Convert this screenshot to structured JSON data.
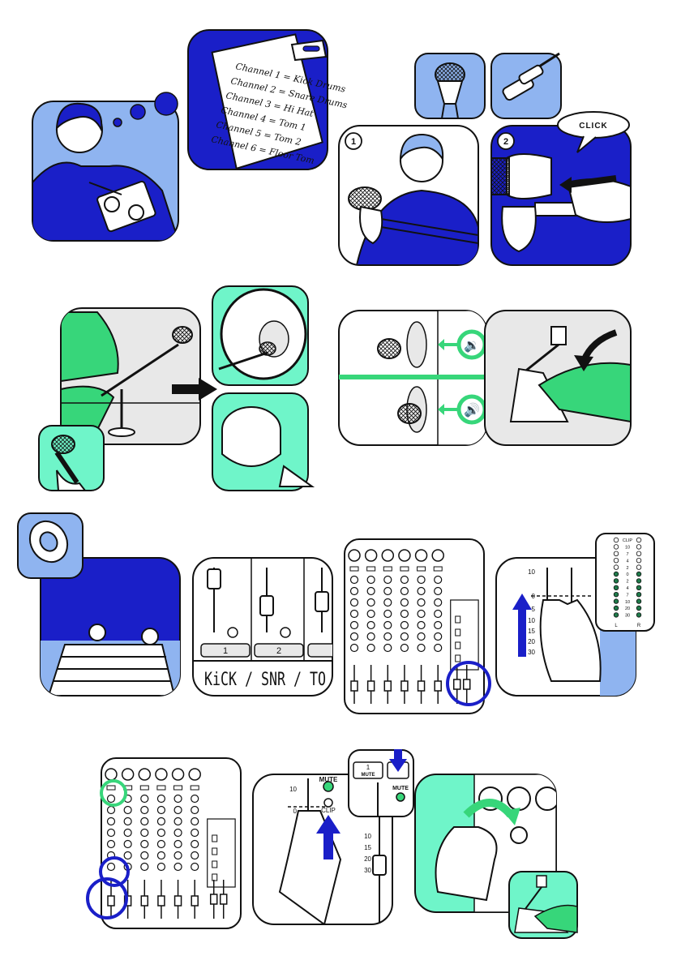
{
  "colors": {
    "blue": "#1a1fc8",
    "light_blue": "#8fb4f0",
    "green": "#37d67a",
    "mint": "#6ff5c9",
    "gray": "#e8e8e8",
    "ink": "#111111"
  },
  "note": {
    "lines": [
      "Channel 1 = Kick Drums",
      "Channel 2 = Snare Drums",
      "Channel 3 = Hi Hat",
      "Channel 4 = Tom 1",
      "Channel 5 = Tom 2",
      "Channel 6 = Floor Tom"
    ]
  },
  "mount": {
    "step1": "1",
    "step2": "2",
    "click": "CLICK"
  },
  "labels": {
    "ch1": "1",
    "ch2": "2",
    "tape": "KiCK / SNR / TO"
  },
  "meter": {
    "labels": [
      "CLIP",
      "10",
      "7",
      "4",
      "2",
      "0",
      "2",
      "4",
      "7",
      "10",
      "20",
      "30"
    ],
    "lr": [
      "L",
      "R"
    ]
  },
  "fader_scale": {
    "a": [
      "10",
      "0",
      "5",
      "10",
      "15",
      "20",
      "30"
    ],
    "b": [
      "10",
      "0",
      "10",
      "15",
      "20",
      "30"
    ]
  },
  "mute": {
    "label": "MUTE",
    "clip": "CLIP",
    "button_number": "1",
    "button_label": "MUTE"
  }
}
